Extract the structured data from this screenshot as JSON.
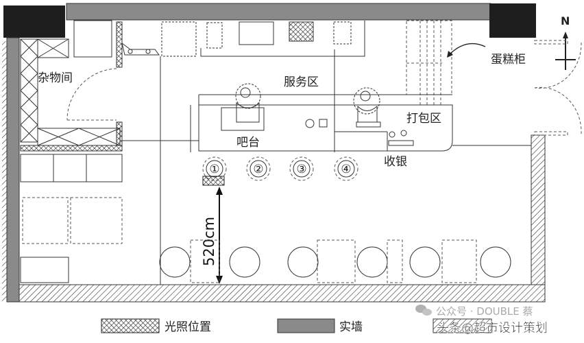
{
  "labels": {
    "storage_room": "杂物间",
    "service_area": "服务区",
    "bar": "吧台",
    "packing_area": "打包区",
    "cashier": "收银",
    "cake_cabinet": "蛋糕柜",
    "north": "N",
    "dimension": "520cm"
  },
  "seats": [
    "①",
    "②",
    "③",
    "④"
  ],
  "legend": [
    {
      "label": "光照位置",
      "pattern": "crosshatch"
    },
    {
      "label": "实墙",
      "pattern": "solid-gray"
    },
    {
      "label": "",
      "pattern": "diagonal-hatch"
    }
  ],
  "watermarks": {
    "wechat": "公众号 · DOUBLE 蔡",
    "toutiao": "头条@超市设计策划"
  },
  "colors": {
    "wall": "#8a8a8a",
    "column": "#1e1e1e",
    "line": "#333333"
  }
}
